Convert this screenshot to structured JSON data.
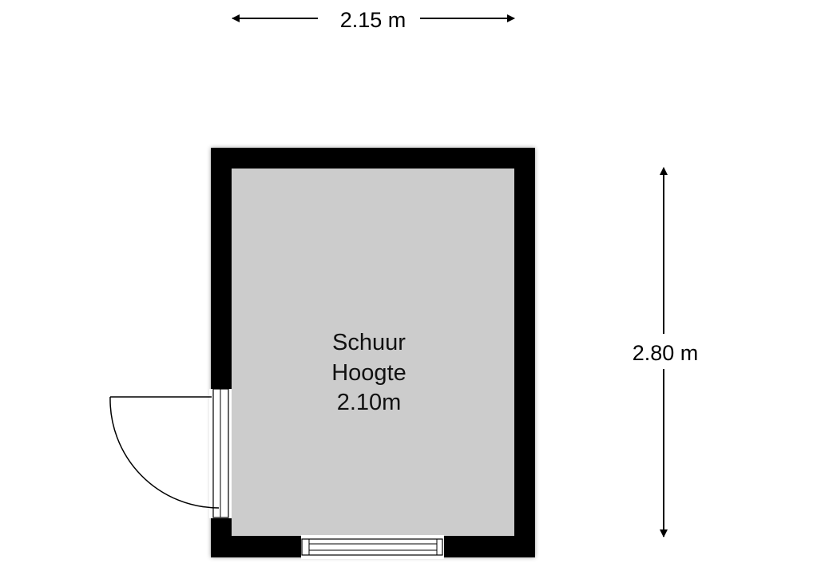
{
  "floorplan": {
    "room": {
      "name": "Schuur",
      "height_label": "Hoogte",
      "height_value": "2.10m"
    },
    "dimensions": {
      "width": "2.15 m",
      "depth": "2.80 m"
    },
    "colors": {
      "wall": "#000000",
      "floor": "#cccccc",
      "background": "#ffffff"
    }
  }
}
